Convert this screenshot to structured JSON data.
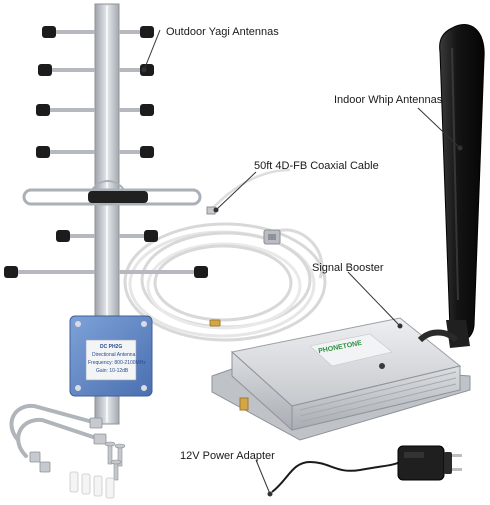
{
  "labels": {
    "yagi": "Outdoor Yagi Antennas",
    "whip": "Indoor Whip Antennas",
    "cable": "50ft 4D-FB Coaxial Cable",
    "booster": "Signal Booster",
    "power": "12V Power Adapter"
  },
  "booster_brand": "PHONETONE",
  "plate_text": {
    "line1": "DC PH2G",
    "line2": "Directional Antenna",
    "line3": "Frequency: 800-2100MHz",
    "line4": "Gain: 10-12dB"
  },
  "colors": {
    "antenna_metal": "#c9ccd1",
    "booster_body": "#d7d9dc",
    "whip_black": "#1b1b1b",
    "plate_blue": "#5f86c4",
    "cable_white": "#f3f3f3",
    "brand_green": "#2f8f3f"
  }
}
